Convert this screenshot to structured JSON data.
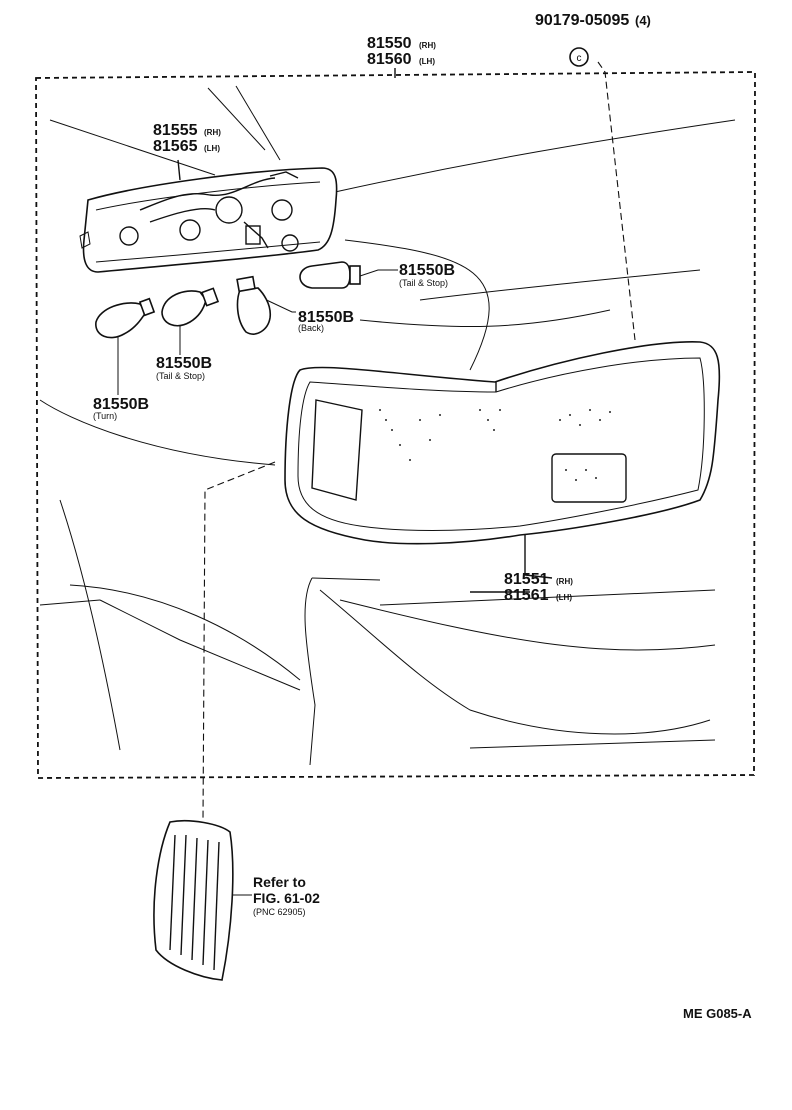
{
  "parts": {
    "assembly": {
      "number_rh": "81550",
      "tag_rh": "(RH)",
      "number_lh": "81560",
      "tag_lh": "(LH)"
    },
    "nut": {
      "number": "90179-05095",
      "qty": "(4)"
    },
    "socket": {
      "number_rh": "81555",
      "tag_rh": "(RH)",
      "number_lh": "81565",
      "tag_lh": "(LH)"
    },
    "bulb_tail_stop_right": {
      "number": "81550B",
      "note": "(Tail & Stop)"
    },
    "bulb_back": {
      "number": "81550B",
      "note": "(Back)"
    },
    "bulb_tail_stop_left": {
      "number": "81550B",
      "note": "(Tail & Stop)"
    },
    "bulb_turn": {
      "number": "81550B",
      "note": "(Turn)"
    },
    "lens": {
      "number_rh": "81551",
      "tag_rh": "(RH)",
      "number_lh": "81561",
      "tag_lh": "(LH)"
    }
  },
  "reference": {
    "line1": "Refer to",
    "line2": "FIG. 61-02",
    "line3": "(PNC 62905)"
  },
  "figure_code": "ME G085-A"
}
